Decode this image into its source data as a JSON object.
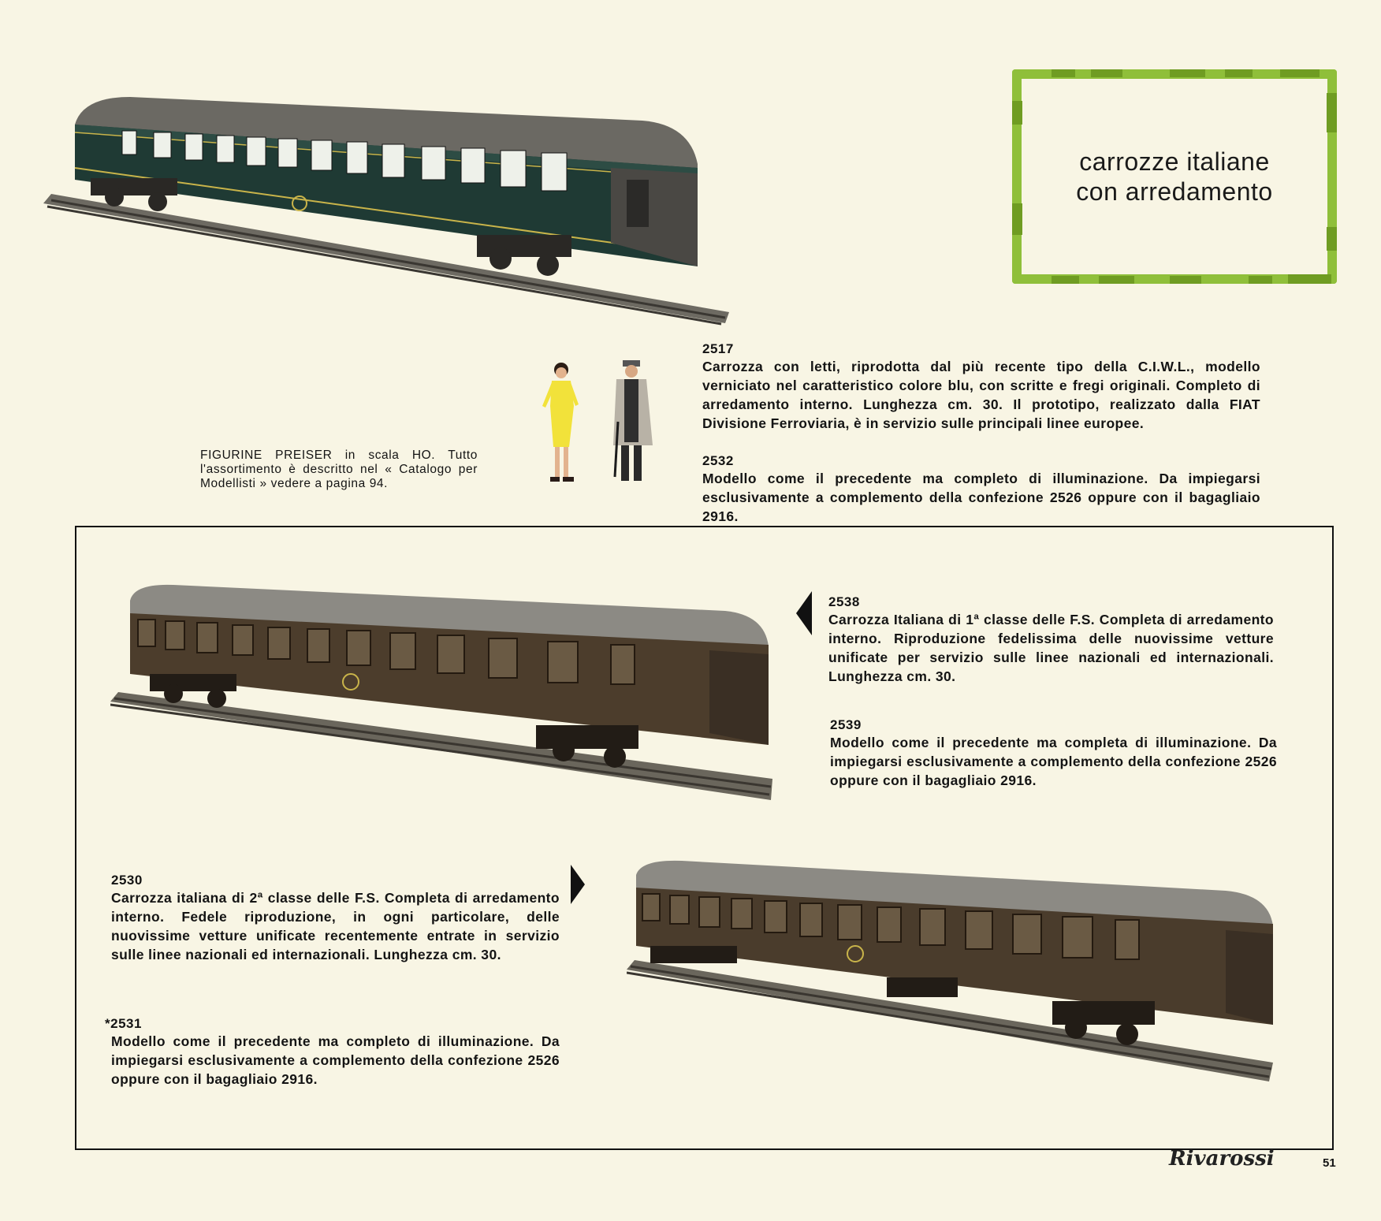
{
  "header": {
    "title_line1": "carrozze italiane",
    "title_line2": "con arredamento"
  },
  "figurines": {
    "caption": "FIGURINE PREISER in scala HO. Tutto l'assortimento è descritto nel « Catalogo per Modellisti » vedere a pagina 94."
  },
  "products": [
    {
      "code": "2517",
      "text": "Carrozza con letti, riprodotta dal più recente tipo della C.I.W.L., modello verniciato nel caratteristico colore blu, con scritte e fregi originali. Completo di arredamento interno. Lunghezza cm. 30. Il prototipo, realizzato dalla FIAT Divisione Ferroviaria, è in servizio sulle principali linee europee."
    },
    {
      "code": "2532",
      "text": "Modello come il precedente ma completo di illuminazione. Da impiegarsi esclusivamente a complemento della confezione 2526 oppure con il bagagliaio 2916."
    },
    {
      "code": "2538",
      "text": "Carrozza Italiana di 1ª classe delle F.S. Completa di arredamento interno. Riproduzione fedelissima delle nuovissime vetture unificate per servizio sulle linee nazionali ed internazionali. Lunghezza cm. 30."
    },
    {
      "code": "2539",
      "text": "Modello come il precedente ma completa di illuminazione. Da impiegarsi esclusivamente a complemento della confezione 2526 oppure con il bagagliaio 2916."
    },
    {
      "code": "2530",
      "text": "Carrozza italiana di 2ª classe delle F.S. Completa di arredamento interno. Fedele riproduzione, in ogni particolare, delle nuovissime vetture unificate recentemente entrate in servizio sulle linee nazionali ed internazionali. Lunghezza cm. 30."
    },
    {
      "code": "*2531",
      "text": "Modello come il precedente ma completo di illuminazione. Da impiegarsi esclusivamente a complemento della confezione 2526 oppure con il bagagliaio 2916."
    }
  ],
  "footer": {
    "brand": "Rivarossi",
    "page_number": "51"
  },
  "colors": {
    "paper": "#f8f5e4",
    "sleeper_car": "#213a33",
    "fs_car": "#4c3d2c",
    "frame_green": "#8fbf3a"
  }
}
